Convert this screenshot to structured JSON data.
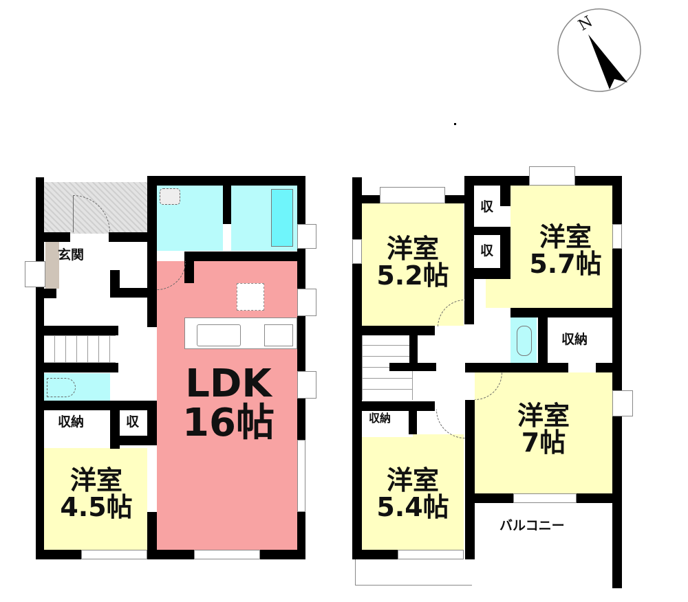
{
  "compass": {
    "label": "N",
    "icon": "north-arrow-icon"
  },
  "floor1": {
    "entrance": {
      "label": "玄関"
    },
    "ldk": {
      "line1": "LDK",
      "line2": "16帖",
      "color": "#f8a3a3"
    },
    "bedroom": {
      "line1": "洋室",
      "line2": "4.5帖",
      "color": "#ffffc2"
    },
    "storage_large": {
      "label": "収納"
    },
    "storage_small": {
      "label": "収"
    },
    "wet_area_color": "#b8fbfb"
  },
  "floor2": {
    "room_a": {
      "line1": "洋室",
      "line2": "5.2帖"
    },
    "room_b": {
      "line1": "洋室",
      "line2": "5.7帖"
    },
    "room_c": {
      "line1": "洋室",
      "line2": "7帖"
    },
    "room_d": {
      "line1": "洋室",
      "line2": "5.4帖"
    },
    "closet_top": {
      "label": "収"
    },
    "closet_mid": {
      "label": "収"
    },
    "storage_right": {
      "label": "収納"
    },
    "storage_left": {
      "label": "収納"
    },
    "balcony": {
      "label": "バルコニー"
    },
    "room_color": "#ffffc2"
  }
}
